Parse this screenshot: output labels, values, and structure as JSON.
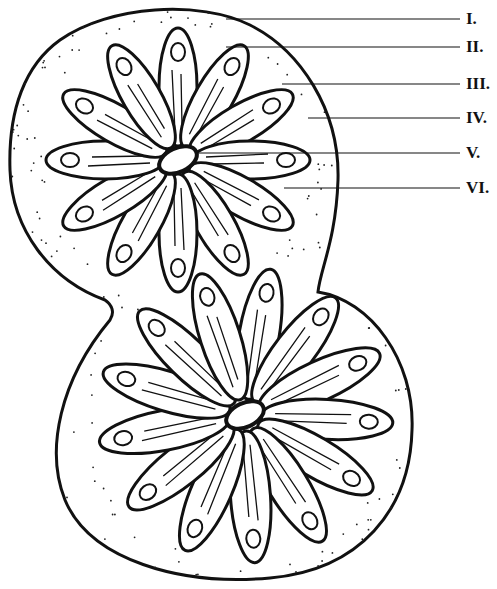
{
  "diagram": {
    "labels": [
      "I.",
      "II.",
      "III.",
      "IV.",
      "V.",
      "VI."
    ]
  }
}
